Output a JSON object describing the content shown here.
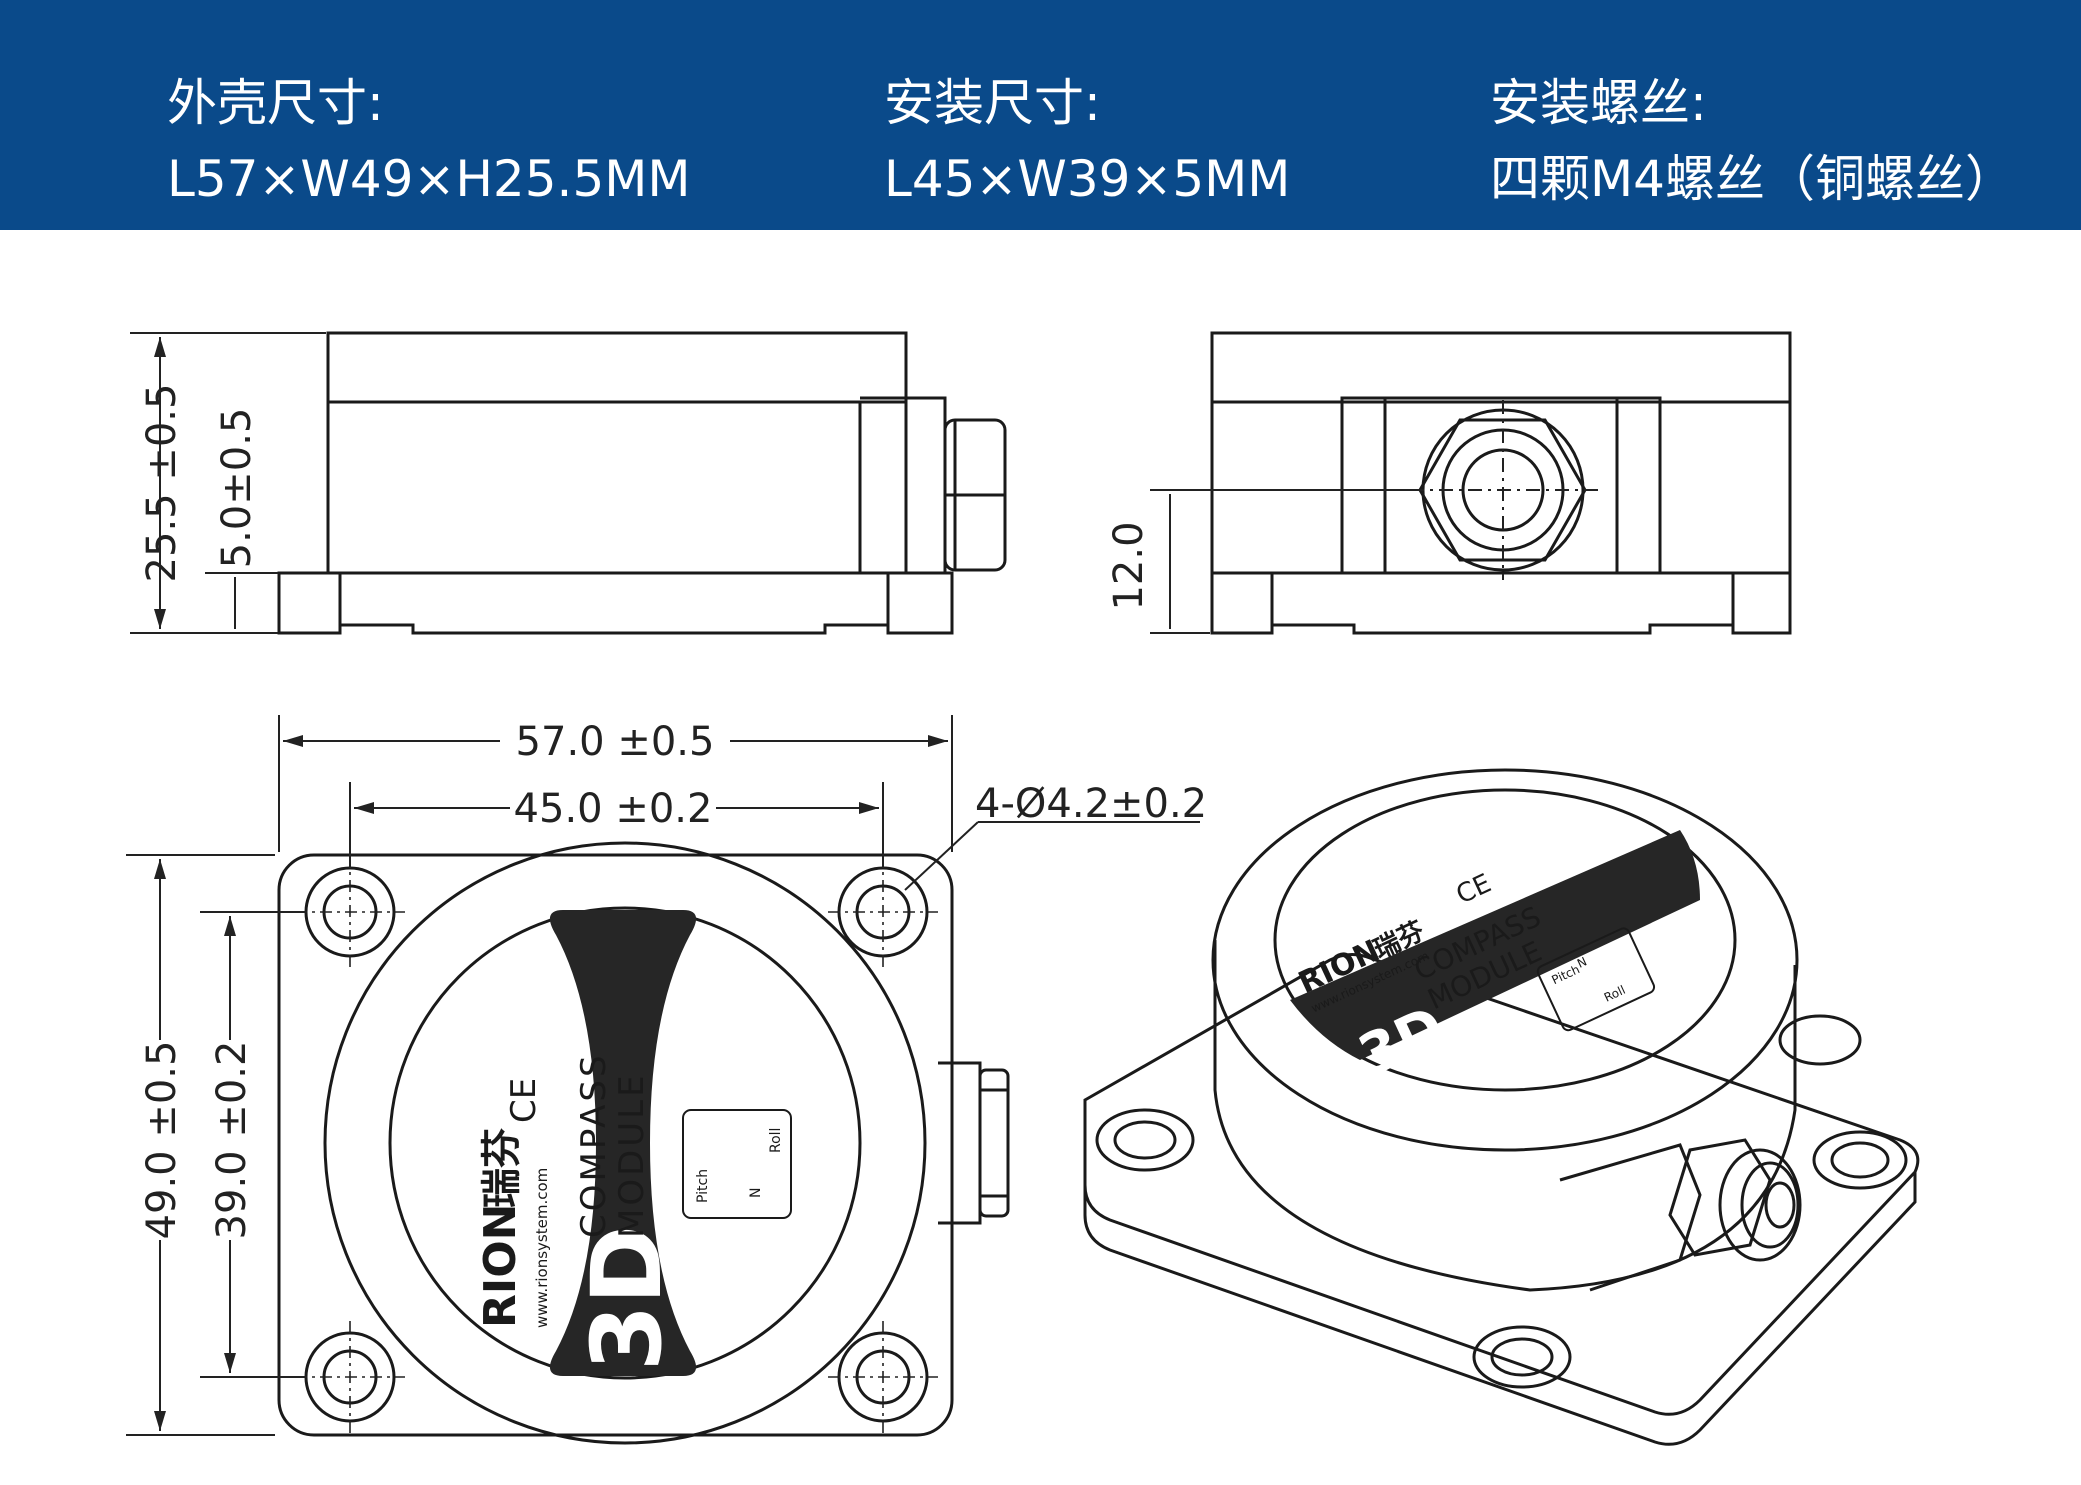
{
  "header": {
    "specs": [
      {
        "title": "外壳尺寸:",
        "value": "L57×W49×H25.5MM"
      },
      {
        "title": "安装尺寸:",
        "value": "L45×W39×5MM"
      },
      {
        "title": "安装螺丝:",
        "value": "四颗M4螺丝（铜螺丝）"
      }
    ],
    "background_color": "#0a4a8a"
  },
  "dimensions": {
    "total_height": "25.5 ±0.5",
    "base_height": "5.0±0.5",
    "connector_height": "12.0",
    "length": "57.0 ±0.5",
    "hole_spacing_length": "45.0 ±0.2",
    "hole_diameter": "4-Ø4.2±0.2",
    "width": "49.0 ±0.5",
    "hole_spacing_width": "39.0 ±0.2"
  },
  "label": {
    "brand": "RION",
    "brand_cn": "瑞芬",
    "website": "www.rionsystem.com",
    "ce": "CE",
    "product_big": "3D",
    "product_line1": "COMPASS",
    "product_line2": "MODULE",
    "axis_pitch": "Pitch",
    "axis_roll": "Roll",
    "axis_north": "N"
  }
}
